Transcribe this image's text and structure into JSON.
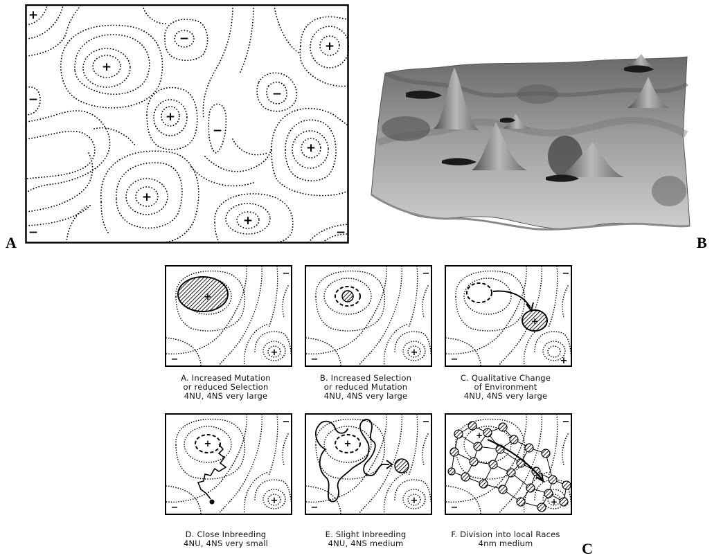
{
  "panel_labels": {
    "a": "A",
    "b": "B",
    "c": "C"
  },
  "contour_marks": {
    "plus": "+",
    "minus": "−"
  },
  "subpanels": [
    {
      "caption": [
        "A. Increased  Mutation",
        "or reduced  Selection",
        "4NU, 4NS very large"
      ]
    },
    {
      "caption": [
        "B. Increased  Selection",
        "or  reduced  Mutation",
        "4NU, 4NS very large"
      ]
    },
    {
      "caption": [
        "C. Qualitative Change",
        "of  Environment",
        "4NU, 4NS very large"
      ]
    },
    {
      "caption": [
        "D. Close  Inbreeding",
        "4NU, 4NS very small"
      ]
    },
    {
      "caption": [
        "E. Slight  Inbreeding",
        "4NU, 4NS medium"
      ]
    },
    {
      "caption": [
        "F. Division into local Races",
        "4nm  medium"
      ]
    }
  ],
  "colors": {
    "ink": "#000000",
    "surface_light": "#cfcfcf",
    "surface_dark": "#3a3a3a"
  }
}
